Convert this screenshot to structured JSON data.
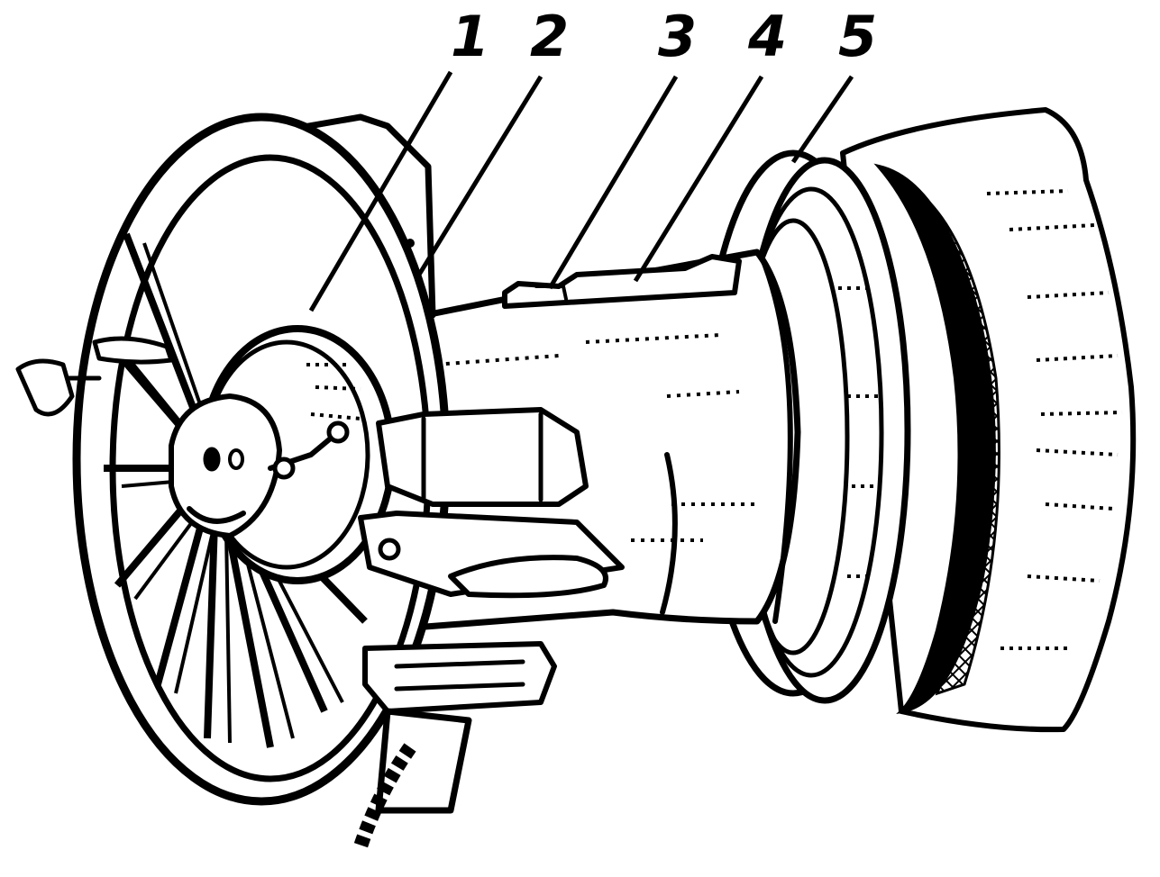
{
  "figure": {
    "callouts": [
      {
        "id": "1",
        "label": "1"
      },
      {
        "id": "2",
        "label": "2"
      },
      {
        "id": "3",
        "label": "3"
      },
      {
        "id": "4",
        "label": "4"
      },
      {
        "id": "5",
        "label": "5"
      }
    ],
    "colors": {
      "ink": "#000000",
      "paper": "#ffffff"
    }
  }
}
